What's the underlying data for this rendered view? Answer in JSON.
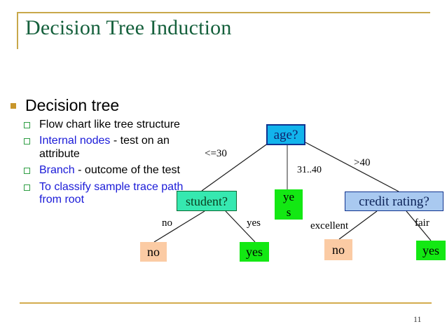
{
  "slide": {
    "title": "Decision Tree Induction",
    "page_number": "11",
    "accent_color": "#c8a84b",
    "title_color": "#15603c"
  },
  "bullets": {
    "level1": {
      "text": "Decision tree",
      "marker": "filled-square",
      "marker_color": "#c8962b"
    },
    "items": [
      {
        "marker": "hollow-square",
        "marker_color": "#2f9e44",
        "lead": "Flow chart like tree structure",
        "lead_color": "#000000",
        "rest": ""
      },
      {
        "marker": "hollow-square",
        "marker_color": "#2f9e44",
        "lead": "Internal nodes",
        "lead_color": "#1a1ad8",
        "rest": " - test on an attribute"
      },
      {
        "marker": "hollow-square",
        "marker_color": "#2f9e44",
        "lead": "Branch",
        "lead_color": "#1a1ad8",
        "rest": " - outcome of the test"
      },
      {
        "marker": "hollow-square",
        "marker_color": "#2f9e44",
        "lead": "To classify sample trace path from root",
        "lead_color": "#1a1ad8",
        "rest": ""
      }
    ]
  },
  "tree": {
    "nodes": {
      "root": {
        "label": "age?",
        "fill": "#12b4ec",
        "stroke": "#10338f",
        "text_color": "#10236e",
        "kind": "decision"
      },
      "student": {
        "label": "student?",
        "fill": "#36e8b0",
        "stroke": "#0b6b34",
        "text_color": "#0b3d1f",
        "kind": "decision"
      },
      "yes_middle_line1": "ye",
      "yes_middle_line2": "s",
      "credit": {
        "label": "credit rating?",
        "fill": "#a9c9f0",
        "stroke": "#10338f",
        "text_color": "#0b2258",
        "kind": "decision"
      }
    },
    "leaves": {
      "no_left": {
        "label": "no",
        "fill": "#fbcba4"
      },
      "yes_left": {
        "label": "yes",
        "fill": "#13e813"
      },
      "no_right": {
        "label": "no",
        "fill": "#fbcba4"
      },
      "yes_right": {
        "label": "yes",
        "fill": "#13e813"
      }
    },
    "edge_labels": {
      "lte30": "<=30",
      "mid": "31..40",
      "gt40": ">40",
      "student_no": "no",
      "student_yes": "yes",
      "credit_excellent": "excellent",
      "credit_fair": "fair"
    }
  }
}
